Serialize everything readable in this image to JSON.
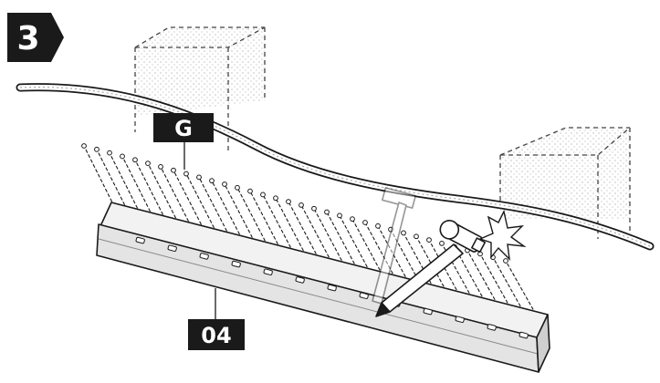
{
  "step": {
    "number": "3"
  },
  "callouts": {
    "cable": "G",
    "part": "04"
  },
  "colors": {
    "ink": "#1a1a1a",
    "label_bg": "#1a1a1a",
    "label_text": "#ffffff",
    "paper": "#ffffff"
  },
  "icons": {
    "step": "chevron-tag",
    "tool": "hammer",
    "impact": "impact-burst"
  }
}
